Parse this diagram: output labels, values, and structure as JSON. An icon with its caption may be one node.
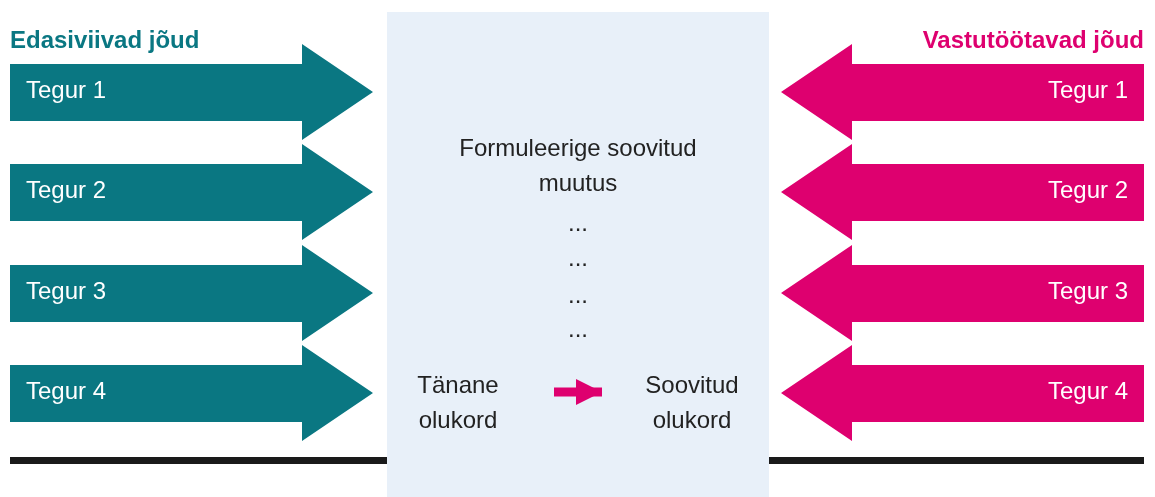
{
  "diagram": {
    "nodes": [
      {
        "text": [
          "Formuleerige soovitud muutus",
          "...",
          "...",
          "...",
          "..."
        ]
      },
      {
        "text": [
          "Tänane olukord"
        ],
        "in": 0
      },
      {
        "text": [
          "Soovitud olukord"
        ],
        "in": 0
      },
      {
        "text": [
          "Tegur 1"
        ]
      },
      {
        "text": [
          "Tegur 2"
        ]
      },
      {
        "text": [
          "Tegur 3"
        ]
      },
      {
        "text": [
          "Tegur 4"
        ]
      },
      {
        "text": [
          "Tegur 1"
        ]
      },
      {
        "text": [
          "Tegur 2"
        ]
      },
      {
        "text": [
          "Tegur 3"
        ]
      },
      {
        "text": [
          "Tegur 4"
        ]
      }
    ],
    "edges": [
      {
        "from": 1,
        "to": 2,
        "arrow": "to"
      }
    ],
    "labels": [
      "Edasiviivad jõud",
      "Vastutöötavad jõud"
    ]
  }
}
